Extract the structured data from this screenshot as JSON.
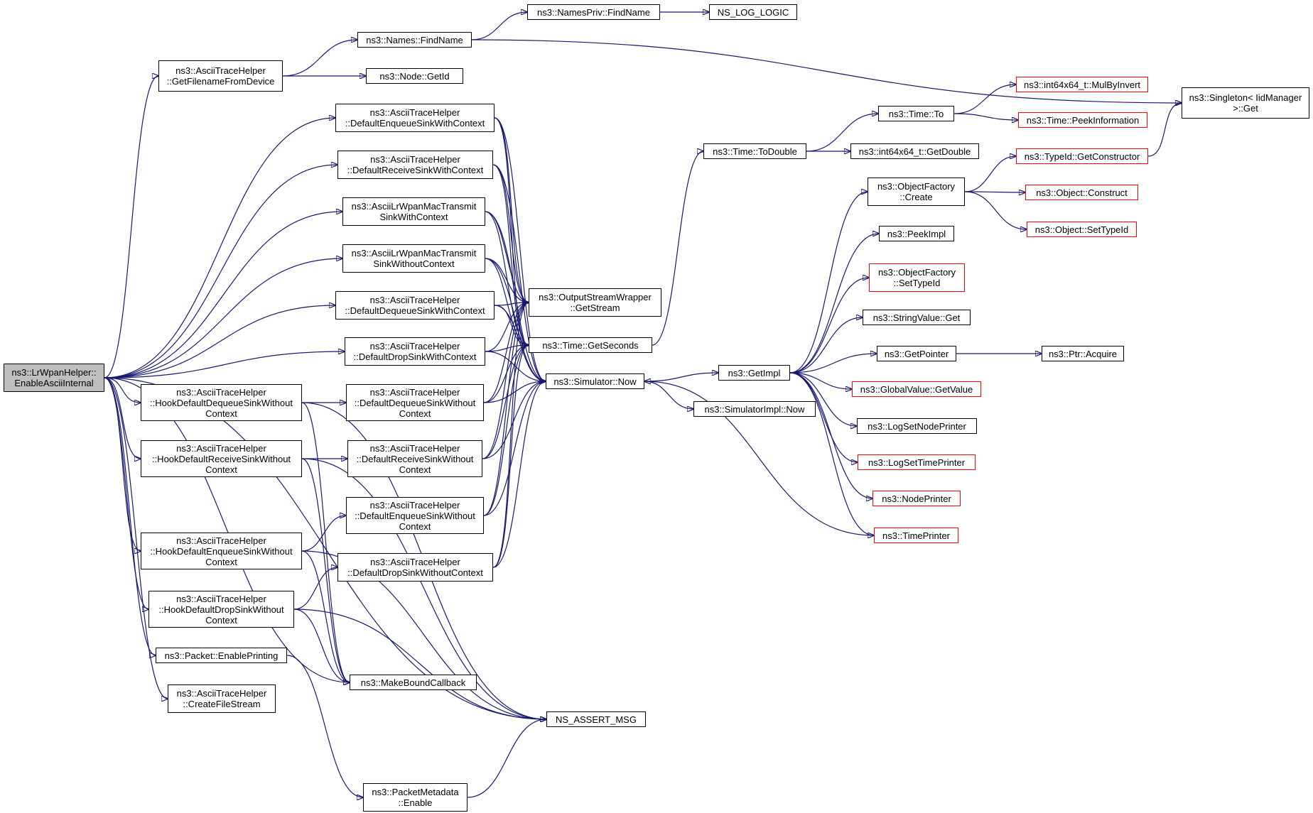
{
  "colors": {
    "edge": "#191970",
    "node_border": "#000000",
    "truncated_border": "#ff0000",
    "root_fill": "#bfbfbf",
    "background": "#ffffff"
  },
  "nodes": [
    {
      "id": "root",
      "lines": [
        "ns3::LrWpanHelper::",
        "EnableAsciiInternal"
      ],
      "root": true
    },
    {
      "id": "getfilename",
      "lines": [
        "ns3::AsciiTraceHelper",
        "::GetFilenameFromDevice"
      ]
    },
    {
      "id": "names_findname",
      "lines": [
        "ns3::Names::FindName"
      ]
    },
    {
      "id": "namespriv_findname",
      "lines": [
        "ns3::NamesPriv::FindName"
      ]
    },
    {
      "id": "ns_log_logic",
      "lines": [
        "NS_LOG_LOGIC"
      ]
    },
    {
      "id": "node_getid",
      "lines": [
        "ns3::Node::GetId"
      ]
    },
    {
      "id": "singleton_get",
      "lines": [
        "ns3::Singleton< IidManager",
        ">::Get"
      ]
    },
    {
      "id": "def_enq_ctx",
      "lines": [
        "ns3::AsciiTraceHelper",
        "::DefaultEnqueueSinkWithContext"
      ]
    },
    {
      "id": "def_rcv_ctx",
      "lines": [
        "ns3::AsciiTraceHelper",
        "::DefaultReceiveSinkWithContext"
      ]
    },
    {
      "id": "mac_tx_ctx",
      "lines": [
        "ns3::AsciiLrWpanMacTransmit",
        "SinkWithContext"
      ]
    },
    {
      "id": "mac_tx_noctx",
      "lines": [
        "ns3::AsciiLrWpanMacTransmit",
        "SinkWithoutContext"
      ]
    },
    {
      "id": "def_deq_ctx",
      "lines": [
        "ns3::AsciiTraceHelper",
        "::DefaultDequeueSinkWithContext"
      ]
    },
    {
      "id": "def_drop_ctx",
      "lines": [
        "ns3::AsciiTraceHelper",
        "::DefaultDropSinkWithContext"
      ]
    },
    {
      "id": "hook_deq",
      "lines": [
        "ns3::AsciiTraceHelper",
        "::HookDefaultDequeueSinkWithout",
        "Context"
      ]
    },
    {
      "id": "hook_rcv",
      "lines": [
        "ns3::AsciiTraceHelper",
        "::HookDefaultReceiveSinkWithout",
        "Context"
      ]
    },
    {
      "id": "hook_enq",
      "lines": [
        "ns3::AsciiTraceHelper",
        "::HookDefaultEnqueueSinkWithout",
        "Context"
      ]
    },
    {
      "id": "hook_drop",
      "lines": [
        "ns3::AsciiTraceHelper",
        "::HookDefaultDropSinkWithout",
        "Context"
      ]
    },
    {
      "id": "def_deq_noctx",
      "lines": [
        "ns3::AsciiTraceHelper",
        "::DefaultDequeueSinkWithout",
        "Context"
      ]
    },
    {
      "id": "def_rcv_noctx",
      "lines": [
        "ns3::AsciiTraceHelper",
        "::DefaultReceiveSinkWithout",
        "Context"
      ]
    },
    {
      "id": "def_enq_noctx",
      "lines": [
        "ns3::AsciiTraceHelper",
        "::DefaultEnqueueSinkWithout",
        "Context"
      ]
    },
    {
      "id": "def_drop_noctx",
      "lines": [
        "ns3::AsciiTraceHelper",
        "::DefaultDropSinkWithoutContext"
      ]
    },
    {
      "id": "pkt_enableprinting",
      "lines": [
        "ns3::Packet::EnablePrinting"
      ]
    },
    {
      "id": "create_file_stream",
      "lines": [
        "ns3::AsciiTraceHelper",
        "::CreateFileStream"
      ]
    },
    {
      "id": "make_bound_callback",
      "lines": [
        "ns3::MakeBoundCallback"
      ]
    },
    {
      "id": "ns_assert_msg",
      "lines": [
        "NS_ASSERT_MSG"
      ]
    },
    {
      "id": "pktmeta_enable",
      "lines": [
        "ns3::PacketMetadata",
        "::Enable"
      ]
    },
    {
      "id": "osw_getstream",
      "lines": [
        "ns3::OutputStreamWrapper",
        "::GetStream"
      ]
    },
    {
      "id": "time_getseconds",
      "lines": [
        "ns3::Time::GetSeconds"
      ]
    },
    {
      "id": "sim_now",
      "lines": [
        "ns3::Simulator::Now"
      ]
    },
    {
      "id": "time_todouble",
      "lines": [
        "ns3::Time::ToDouble"
      ]
    },
    {
      "id": "time_to",
      "lines": [
        "ns3::Time::To"
      ]
    },
    {
      "id": "mulbyinvert",
      "lines": [
        "ns3::int64x64_t::MulByInvert"
      ],
      "red": true
    },
    {
      "id": "peekinformation",
      "lines": [
        "ns3::Time::PeekInformation"
      ],
      "red": true
    },
    {
      "id": "int64_getdouble",
      "lines": [
        "ns3::int64x64_t::GetDouble"
      ]
    },
    {
      "id": "getimpl",
      "lines": [
        "ns3::GetImpl"
      ]
    },
    {
      "id": "simimpl_now",
      "lines": [
        "ns3::SimulatorImpl::Now"
      ]
    },
    {
      "id": "objfactory_create",
      "lines": [
        "ns3::ObjectFactory",
        "::Create"
      ]
    },
    {
      "id": "typeid_getconstructor",
      "lines": [
        "ns3::TypeId::GetConstructor"
      ],
      "red": true
    },
    {
      "id": "object_construct",
      "lines": [
        "ns3::Object::Construct"
      ],
      "red": true
    },
    {
      "id": "object_settypeid",
      "lines": [
        "ns3::Object::SetTypeId"
      ],
      "red": true
    },
    {
      "id": "peekimpl",
      "lines": [
        "ns3::PeekImpl"
      ]
    },
    {
      "id": "objfactory_settypeid",
      "lines": [
        "ns3::ObjectFactory",
        "::SetTypeId"
      ],
      "red": true
    },
    {
      "id": "stringvalue_get",
      "lines": [
        "ns3::StringValue::Get"
      ]
    },
    {
      "id": "getpointer",
      "lines": [
        "ns3::GetPointer"
      ]
    },
    {
      "id": "ptr_acquire",
      "lines": [
        "ns3::Ptr::Acquire"
      ]
    },
    {
      "id": "globalvalue_getvalue",
      "lines": [
        "ns3::GlobalValue::GetValue"
      ],
      "red": true
    },
    {
      "id": "logsetnodeprinter",
      "lines": [
        "ns3::LogSetNodePrinter"
      ]
    },
    {
      "id": "logsettimeprinter",
      "lines": [
        "ns3::LogSetTimePrinter"
      ],
      "red": true
    },
    {
      "id": "nodeprinter",
      "lines": [
        "ns3::NodePrinter"
      ],
      "red": true
    },
    {
      "id": "timeprinter",
      "lines": [
        "ns3::TimePrinter"
      ],
      "red": true
    }
  ],
  "edges": [
    [
      "root",
      "getfilename"
    ],
    [
      "root",
      "def_enq_ctx"
    ],
    [
      "root",
      "def_rcv_ctx"
    ],
    [
      "root",
      "mac_tx_ctx"
    ],
    [
      "root",
      "mac_tx_noctx"
    ],
    [
      "root",
      "def_deq_ctx"
    ],
    [
      "root",
      "def_drop_ctx"
    ],
    [
      "root",
      "hook_deq"
    ],
    [
      "root",
      "hook_rcv"
    ],
    [
      "root",
      "hook_enq"
    ],
    [
      "root",
      "hook_drop"
    ],
    [
      "root",
      "pkt_enableprinting"
    ],
    [
      "root",
      "create_file_stream"
    ],
    [
      "root",
      "make_bound_callback"
    ],
    [
      "root",
      "ns_assert_msg"
    ],
    [
      "getfilename",
      "names_findname"
    ],
    [
      "getfilename",
      "node_getid"
    ],
    [
      "names_findname",
      "namespriv_findname"
    ],
    [
      "names_findname",
      "singleton_get"
    ],
    [
      "namespriv_findname",
      "ns_log_logic"
    ],
    [
      "def_enq_ctx",
      "osw_getstream"
    ],
    [
      "def_enq_ctx",
      "time_getseconds"
    ],
    [
      "def_enq_ctx",
      "sim_now"
    ],
    [
      "def_rcv_ctx",
      "osw_getstream"
    ],
    [
      "def_rcv_ctx",
      "time_getseconds"
    ],
    [
      "def_rcv_ctx",
      "sim_now"
    ],
    [
      "mac_tx_ctx",
      "osw_getstream"
    ],
    [
      "mac_tx_ctx",
      "time_getseconds"
    ],
    [
      "mac_tx_ctx",
      "sim_now"
    ],
    [
      "mac_tx_noctx",
      "osw_getstream"
    ],
    [
      "mac_tx_noctx",
      "time_getseconds"
    ],
    [
      "mac_tx_noctx",
      "sim_now"
    ],
    [
      "def_deq_ctx",
      "osw_getstream"
    ],
    [
      "def_deq_ctx",
      "time_getseconds"
    ],
    [
      "def_deq_ctx",
      "sim_now"
    ],
    [
      "def_drop_ctx",
      "osw_getstream"
    ],
    [
      "def_drop_ctx",
      "time_getseconds"
    ],
    [
      "def_drop_ctx",
      "sim_now"
    ],
    [
      "hook_deq",
      "def_deq_noctx"
    ],
    [
      "hook_deq",
      "make_bound_callback"
    ],
    [
      "hook_deq",
      "ns_assert_msg"
    ],
    [
      "hook_rcv",
      "def_rcv_noctx"
    ],
    [
      "hook_rcv",
      "make_bound_callback"
    ],
    [
      "hook_rcv",
      "ns_assert_msg"
    ],
    [
      "hook_enq",
      "def_enq_noctx"
    ],
    [
      "hook_enq",
      "make_bound_callback"
    ],
    [
      "hook_enq",
      "ns_assert_msg"
    ],
    [
      "hook_drop",
      "def_drop_noctx"
    ],
    [
      "hook_drop",
      "make_bound_callback"
    ],
    [
      "hook_drop",
      "ns_assert_msg"
    ],
    [
      "def_deq_noctx",
      "osw_getstream"
    ],
    [
      "def_deq_noctx",
      "time_getseconds"
    ],
    [
      "def_deq_noctx",
      "sim_now"
    ],
    [
      "def_rcv_noctx",
      "osw_getstream"
    ],
    [
      "def_rcv_noctx",
      "time_getseconds"
    ],
    [
      "def_rcv_noctx",
      "sim_now"
    ],
    [
      "def_enq_noctx",
      "osw_getstream"
    ],
    [
      "def_enq_noctx",
      "time_getseconds"
    ],
    [
      "def_enq_noctx",
      "sim_now"
    ],
    [
      "def_drop_noctx",
      "osw_getstream"
    ],
    [
      "def_drop_noctx",
      "time_getseconds"
    ],
    [
      "def_drop_noctx",
      "sim_now"
    ],
    [
      "pkt_enableprinting",
      "pktmeta_enable"
    ],
    [
      "pktmeta_enable",
      "ns_assert_msg"
    ],
    [
      "time_getseconds",
      "time_todouble"
    ],
    [
      "sim_now",
      "getimpl"
    ],
    [
      "sim_now",
      "simimpl_now"
    ],
    [
      "time_todouble",
      "time_to"
    ],
    [
      "time_todouble",
      "int64_getdouble"
    ],
    [
      "time_to",
      "mulbyinvert"
    ],
    [
      "time_to",
      "peekinformation"
    ],
    [
      "getimpl",
      "objfactory_create"
    ],
    [
      "getimpl",
      "peekimpl"
    ],
    [
      "getimpl",
      "objfactory_settypeid"
    ],
    [
      "getimpl",
      "stringvalue_get"
    ],
    [
      "getimpl",
      "getpointer"
    ],
    [
      "getimpl",
      "globalvalue_getvalue"
    ],
    [
      "getimpl",
      "logsetnodeprinter"
    ],
    [
      "getimpl",
      "logsettimeprinter"
    ],
    [
      "getimpl",
      "nodeprinter"
    ],
    [
      "getimpl",
      "timeprinter"
    ],
    [
      "objfactory_create",
      "typeid_getconstructor"
    ],
    [
      "objfactory_create",
      "object_construct"
    ],
    [
      "objfactory_create",
      "object_settypeid"
    ],
    [
      "typeid_getconstructor",
      "singleton_get"
    ],
    [
      "getpointer",
      "ptr_acquire"
    ],
    [
      "timeprinter",
      "sim_now"
    ]
  ]
}
